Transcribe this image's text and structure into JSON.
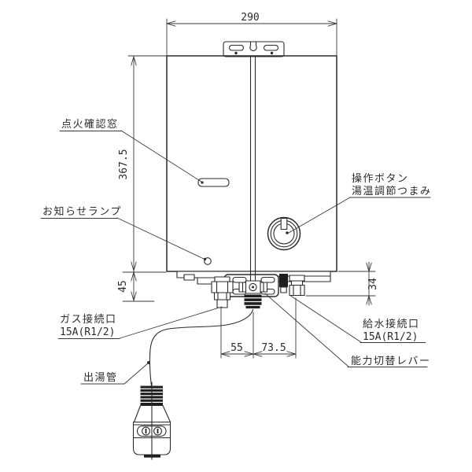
{
  "drawing": {
    "kind": "gas-water-heater-dimension-drawing",
    "line_color": "#2b2b2b",
    "background_color": "#ffffff"
  },
  "dimensions": {
    "top_width": "290",
    "body_height": "367.5",
    "bottom_left_offset": "45",
    "bottom_right_offset": "34",
    "gas_to_outlet": "55",
    "outlet_to_water": "73.5"
  },
  "labels": {
    "ignition_window": "点火確認窓",
    "notice_lamp": "お知らせランプ",
    "operation_button": "操作ボタン",
    "temp_knob": "湯温調節つまみ",
    "gas_connection_line1": "ガス接続口",
    "gas_connection_line2": "15A(R1/2)",
    "water_connection_line1": "給水接続口",
    "water_connection_line2": "15A(R1/2)",
    "capacity_lever": "能力切替レバー",
    "outlet_pipe": "出湯管"
  }
}
